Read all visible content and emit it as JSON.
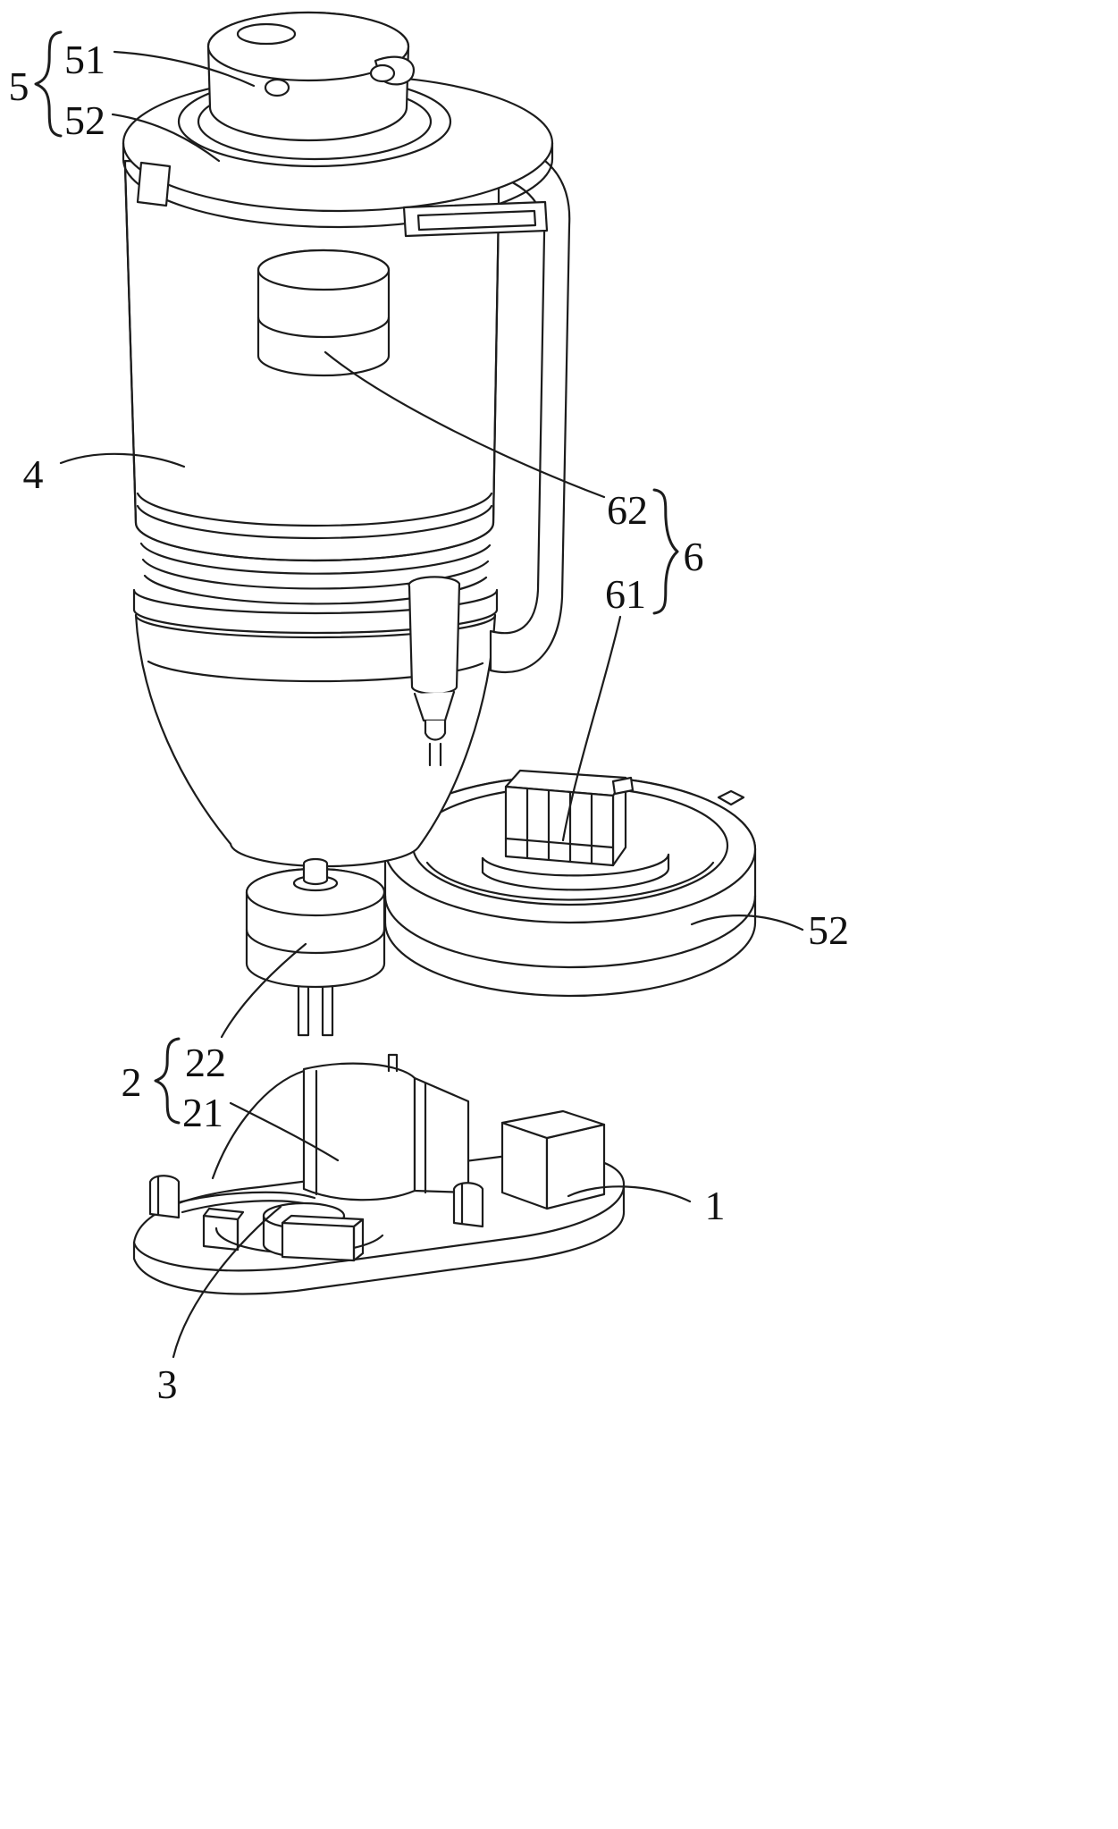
{
  "figure": {
    "colors": {
      "line": "#1c1c1c",
      "background": "#ffffff",
      "text": "#111111"
    },
    "labels": {
      "l5": "5",
      "l51": "51",
      "l52_top": "52",
      "l4": "4",
      "l62": "62",
      "l6": "6",
      "l61": "61",
      "l52_right": "52",
      "l2": "2",
      "l22": "22",
      "l21": "21",
      "l1": "1",
      "l3": "3"
    }
  }
}
